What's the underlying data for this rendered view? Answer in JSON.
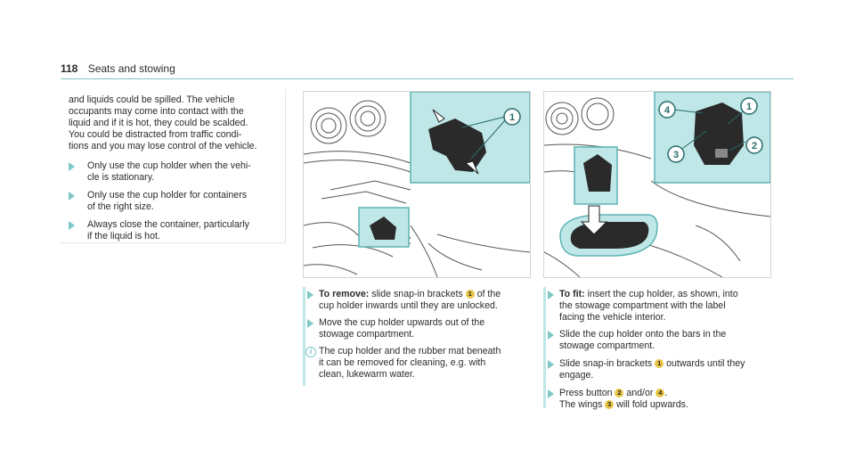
{
  "header": {
    "page_number": "118",
    "section_title": "Seats and stowing"
  },
  "warning": {
    "intro": "and liquids could be spilled. The vehicle\noccupants may come into contact with the\nliquid and if it is hot, they could be scalded.\nYou could be distracted from traffic condi-\ntions and you may lose control of the vehicle.",
    "bullets": [
      "Only use the cup holder when the vehi-\ncle is stationary.",
      "Only use the cup holder for containers\nof the right size.",
      "Always close the container, particularly\nif the liquid is hot."
    ]
  },
  "figure1": {
    "callouts": [
      "1"
    ]
  },
  "figure2": {
    "callouts": [
      "1",
      "2",
      "3",
      "4"
    ]
  },
  "remove": {
    "bold": "To remove:",
    "line1_a": " slide snap-in brackets ",
    "badge1": "1",
    "line1_b": " of the",
    "line2": "cup holder inwards until they are unlocked.",
    "step2": "Move the cup holder upwards out of the\nstowage compartment.",
    "info": "The cup holder and the rubber mat beneath\nit can be removed for cleaning, e.g. with\nclean, lukewarm water."
  },
  "fit": {
    "bold": "To fit:",
    "line1": " insert the cup holder, as shown, into",
    "line2": "the stowage compartment with the label\nfacing the vehicle interior.",
    "step2": "Slide the cup holder onto the bars in the\nstowage compartment.",
    "step3_a": "Slide snap-in brackets ",
    "step3_badge": "1",
    "step3_b": " outwards until they",
    "step3_c": "engage.",
    "step4_a": "Press button ",
    "step4_badge1": "2",
    "step4_mid": " and/or ",
    "step4_badge2": "4",
    "step4_end": ".",
    "step4_line2_a": "The wings ",
    "step4_line2_badge": "3",
    "step4_line2_b": " will fold upwards."
  },
  "colors": {
    "accent": "#7fc7c7",
    "highlight": "#bfe7e7",
    "badge": "#e8c547"
  }
}
